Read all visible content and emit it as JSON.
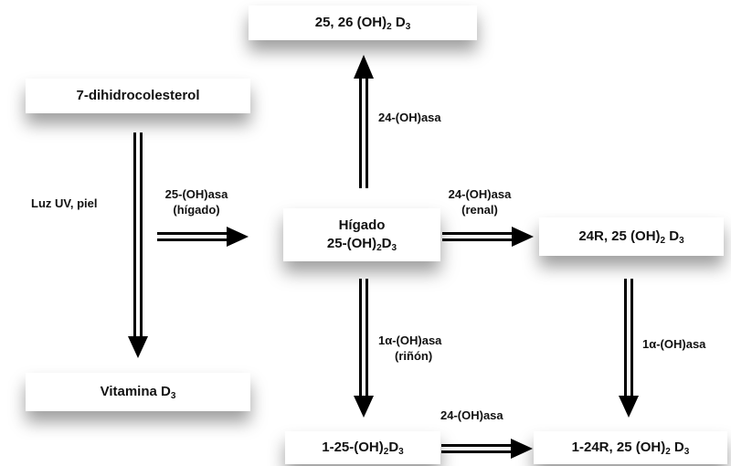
{
  "nodes": {
    "n_2526": {
      "pre": "25, 26 (OH)",
      "sub": "2",
      "post": " D",
      "sub2": "3"
    },
    "n_7dhc": {
      "text": "7-dihidrocolesterol"
    },
    "n_higado": {
      "title": "Hígado",
      "pre": "25-(OH)",
      "sub": "2",
      "post": "D",
      "sub2": "3"
    },
    "n_24r": {
      "pre": "24R, 25 (OH)",
      "sub": "2",
      "post": " D",
      "sub2": "3"
    },
    "n_vitd3": {
      "pre": "Vitamina D",
      "sub": "3"
    },
    "n_125": {
      "pre": "1-25-(OH)",
      "sub": "2",
      "post": "D",
      "sub2": "3"
    },
    "n_124r": {
      "pre": "1-24R, 25 (OH)",
      "sub": "2",
      "post": " D",
      "sub2": "3"
    }
  },
  "labels": {
    "luz_uv": "Luz UV, piel",
    "oh25_l1": "25-(OH)asa",
    "oh25_l2": "(hígado)",
    "oh24_up": "24-(OH)asa",
    "oh24_renal_l1": "24-(OH)asa",
    "oh24_renal_l2": "(renal)",
    "oh1a_rinon_l1": "1α-(OH)asa",
    "oh1a_rinon_l2": "(riñón)",
    "oh1a_right": "1α-(OH)asa",
    "oh24_bottom": "24-(OH)asa"
  }
}
